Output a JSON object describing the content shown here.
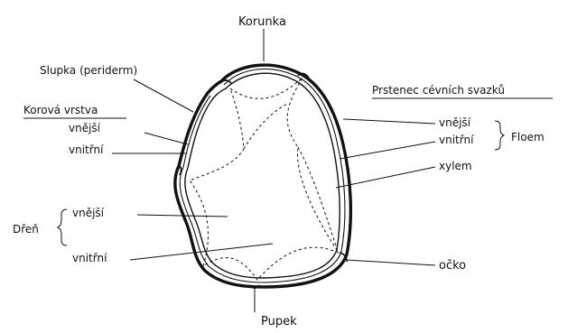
{
  "labels": {
    "korunka": "Korunka",
    "slupka": "Slupka (periderm)",
    "korova_vrstva": "Korová vrstva",
    "korova_vnejsi": "vnější",
    "korova_vnitrni": "vnitřní",
    "pruh_svazku": "Prstenec cévních svazků",
    "floem_vnejsi": "vnější",
    "floem_vnitrni": "vnitřní",
    "floem": "Floem",
    "xylem": "xylem",
    "dren": "Dřeň",
    "dren_vnejsi": "vnější",
    "dren_vnitrni": "vnitřní",
    "ocko": "očko",
    "pupek": "Pupek"
  }
}
